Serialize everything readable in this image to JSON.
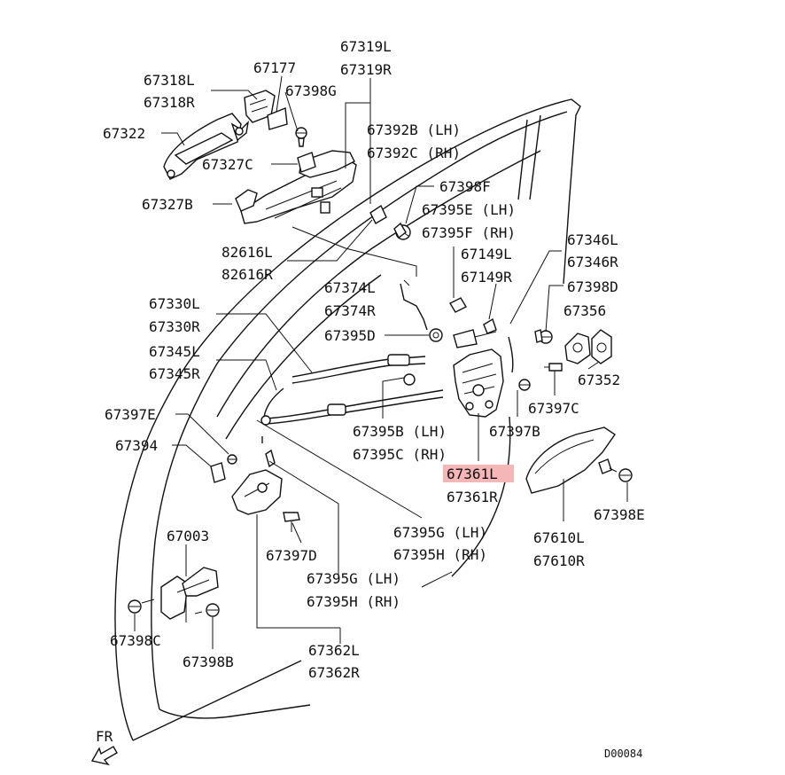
{
  "diagram": {
    "code": "D00084",
    "direction_label": "FR",
    "highlight_color": "#f4b6b6",
    "labels": {
      "l67319L": "67319L",
      "l67319R": "67319R",
      "l67318L": "67318L",
      "l67318R": "67318R",
      "l67177": "67177",
      "l67398G": "67398G",
      "l67322": "67322",
      "l67392B": "67392B (LH)",
      "l67392C": "67392C (RH)",
      "l67327C": "67327C",
      "l67327B": "67327B",
      "l67398F": "67398F",
      "l67395E": "67395E (LH)",
      "l67395F": "67395F (RH)",
      "l82616L": "82616L",
      "l82616R": "82616R",
      "l67346L": "67346L",
      "l67346R": "67346R",
      "l67149L": "67149L",
      "l67149R": "67149R",
      "l67398D": "67398D",
      "l67374L": "67374L",
      "l67374R": "67374R",
      "l67356": "67356",
      "l67330L": "67330L",
      "l67330R": "67330R",
      "l67395D": "67395D",
      "l67345L": "67345L",
      "l67345R": "67345R",
      "l67352": "67352",
      "l67397C": "67397C",
      "l67397E": "67397E",
      "l67395B": "67395B (LH)",
      "l67395C": "67395C (RH)",
      "l67397B": "67397B",
      "l67394": "67394",
      "l67361L": "67361L",
      "l67361R": "67361R",
      "l67398E": "67398E",
      "l67003": "67003",
      "l67395G1": "67395G (LH)",
      "l67395H1": "67395H (RH)",
      "l67610L": "67610L",
      "l67610R": "67610R",
      "l67397D": "67397D",
      "l67395G2": "67395G (LH)",
      "l67395H2": "67395H (RH)",
      "l67398C": "67398C",
      "l67398B": "67398B",
      "l67362L": "67362L",
      "l67362R": "67362R"
    }
  }
}
